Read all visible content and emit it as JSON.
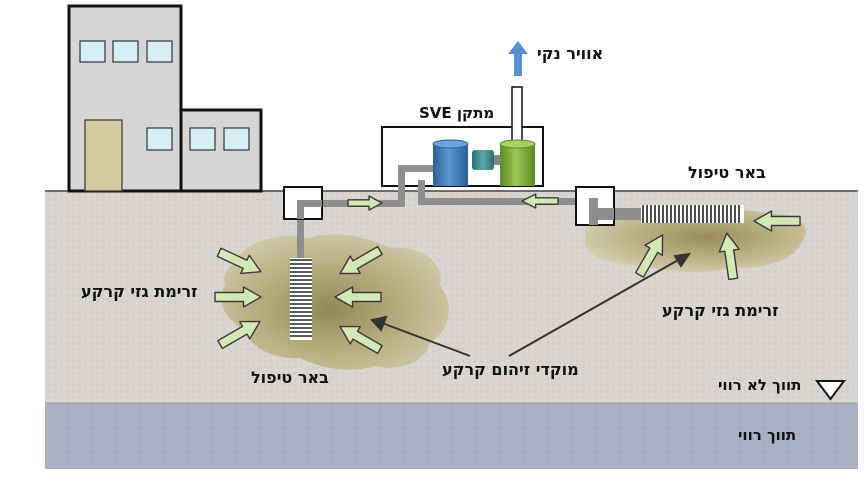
{
  "labels": {
    "clean_air": "אוויר נקי",
    "sve_unit": "מתקן SVE",
    "well_right": "באר טיפול",
    "well_left": "באר טיפול",
    "soil_gas_flow_left": "זרימת גזי קרקע",
    "soil_gas_flow_right": "זרימת גזי קרקע",
    "contamination_hotspots": "מוקדי זיהום קרקע",
    "vadose_zone": "תווך לא רווי",
    "saturated_zone": "תווך רווי"
  },
  "colors": {
    "soil": "#d8d5d0",
    "saturated": "#a9b0c2",
    "plume": "#b7ac7c",
    "pipe": "#8e8e8e",
    "arrow_fill": "#d4e8b6",
    "arrow_stroke": "#3a3a3a",
    "clean_air_arrow": "#5b8fd4",
    "tank_blue": "#3d7ab8",
    "tank_green": "#7fac3d",
    "building_wall": "#d5d5d5",
    "window": "#d8eef5",
    "door": "#d6cba0"
  },
  "icons": [
    "building-icon",
    "sve-tank-icon",
    "well-screen-icon",
    "water-table-icon",
    "flow-arrow-icon"
  ]
}
